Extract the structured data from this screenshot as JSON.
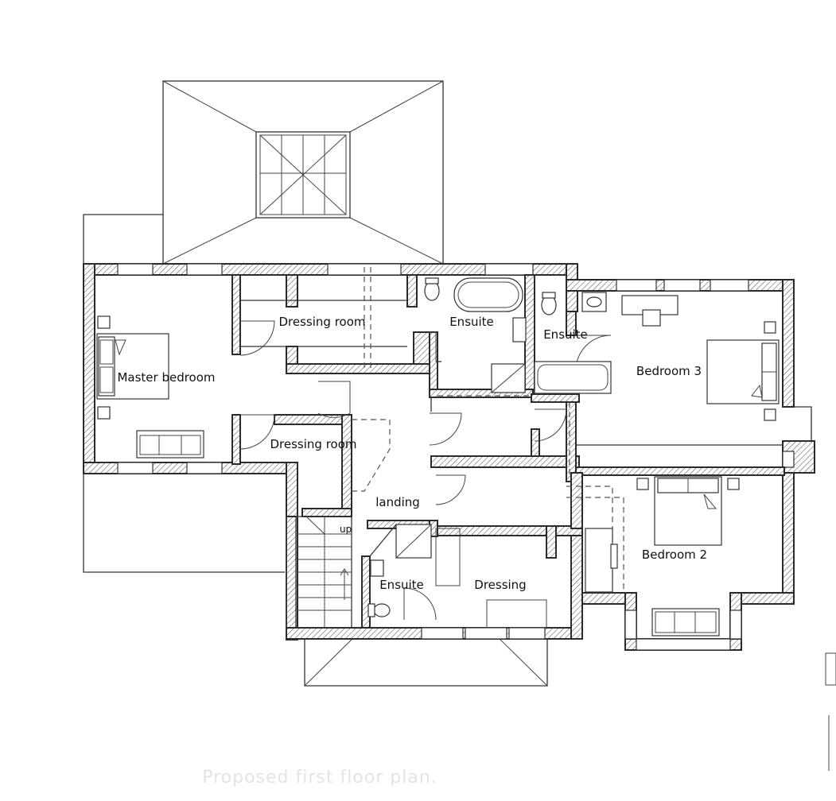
{
  "plan": {
    "rooms": {
      "master_bedroom": "Master bedroom",
      "dressing_room_top": "Dressing room",
      "ensuite_1": "Ensuite",
      "ensuite_2": "Ensuite",
      "bedroom_3": "Bedroom 3",
      "dressing_room_bottom": "Dressing room",
      "landing": "landing",
      "ensuite_3": "Ensuite",
      "dressing": "Dressing",
      "bedroom_2": "Bedroom 2"
    },
    "stair_label": "up",
    "caption": "Proposed first floor plan."
  }
}
